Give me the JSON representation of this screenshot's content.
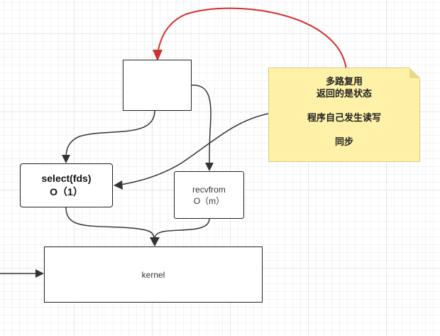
{
  "diagram": {
    "select_box": {
      "line1": "select(fds)",
      "line2": "O（1）"
    },
    "recvfrom_box": {
      "line1": "recvfrom",
      "line2": "O（m）"
    },
    "kernel_box": {
      "label": "kernel"
    },
    "note": {
      "line1": "多路复用",
      "line2": "返回的是状态",
      "line3": "程序自己发生读写",
      "line4": "同步"
    }
  },
  "colors": {
    "connector": "#333333",
    "highlight_arrow": "#d32f2f",
    "note_fill": "#fff2a8",
    "grid": "#e6e6e6"
  }
}
